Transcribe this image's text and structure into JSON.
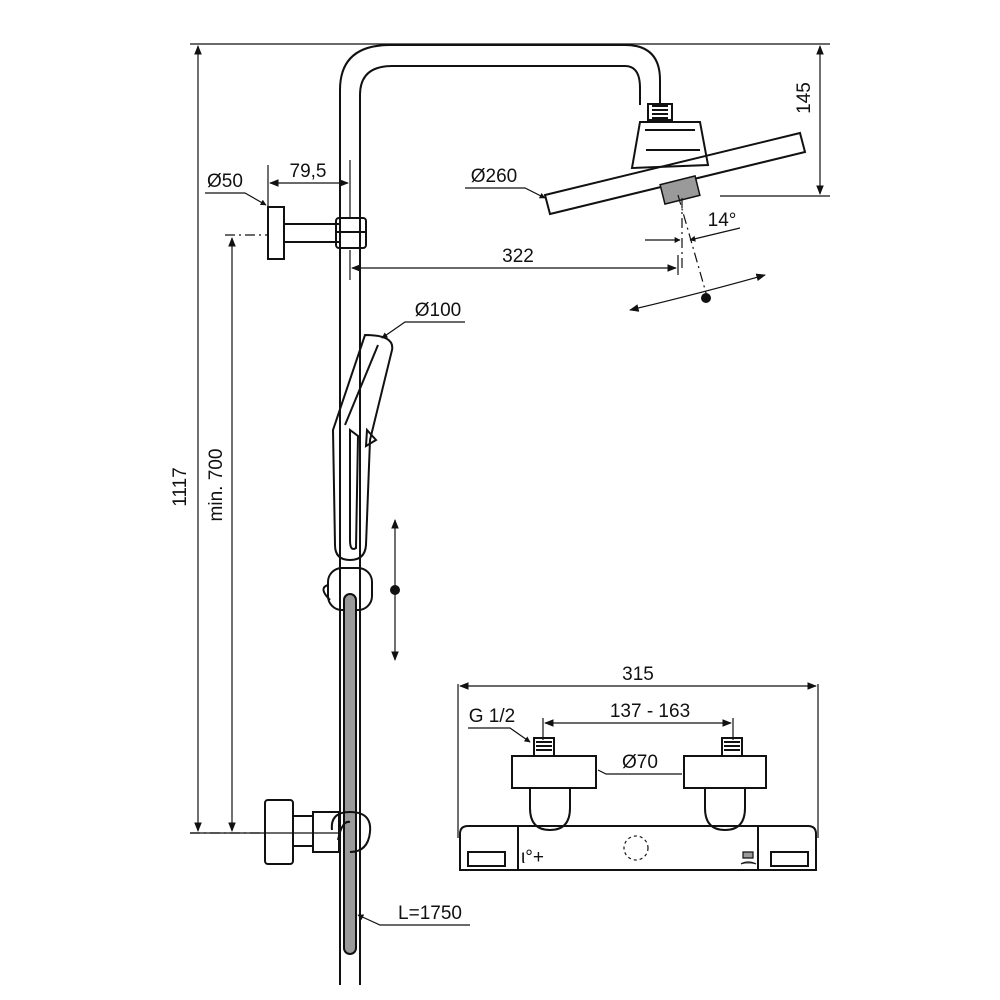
{
  "dimensions": {
    "total_height": "1117",
    "min_height": "min. 700",
    "arm_reach": "145",
    "wall_offset": "79,5",
    "wall_flange_diameter": "Ø50",
    "head_projection": "322",
    "head_diameter": "Ø260",
    "head_tilt": "14°",
    "hand_shower_diameter": "Ø100",
    "hose_length": "L=1750",
    "mixer_width": "315",
    "inlet_centres": "137 - 163",
    "inlet_thread": "G 1/2",
    "body_diameter": "Ø70"
  },
  "colors": {
    "line": "#111111",
    "hose": "#9a9a9a",
    "background": "#ffffff"
  }
}
